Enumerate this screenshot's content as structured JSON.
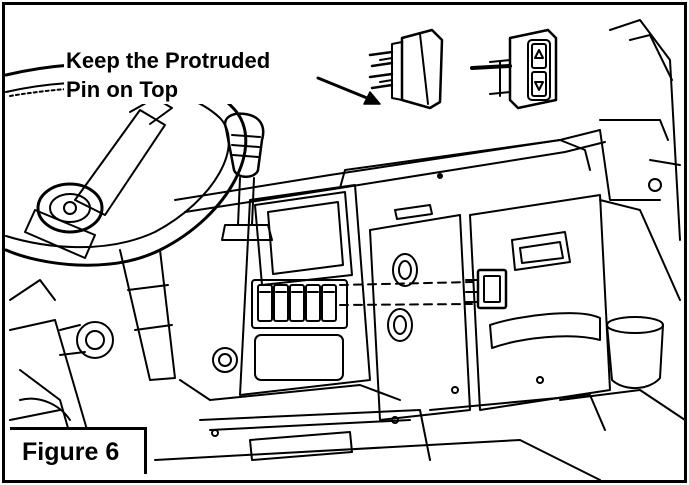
{
  "callout": {
    "line1": "Keep the Protruded",
    "line2": "Pin on Top"
  },
  "figure": {
    "label": "Figure 6"
  }
}
